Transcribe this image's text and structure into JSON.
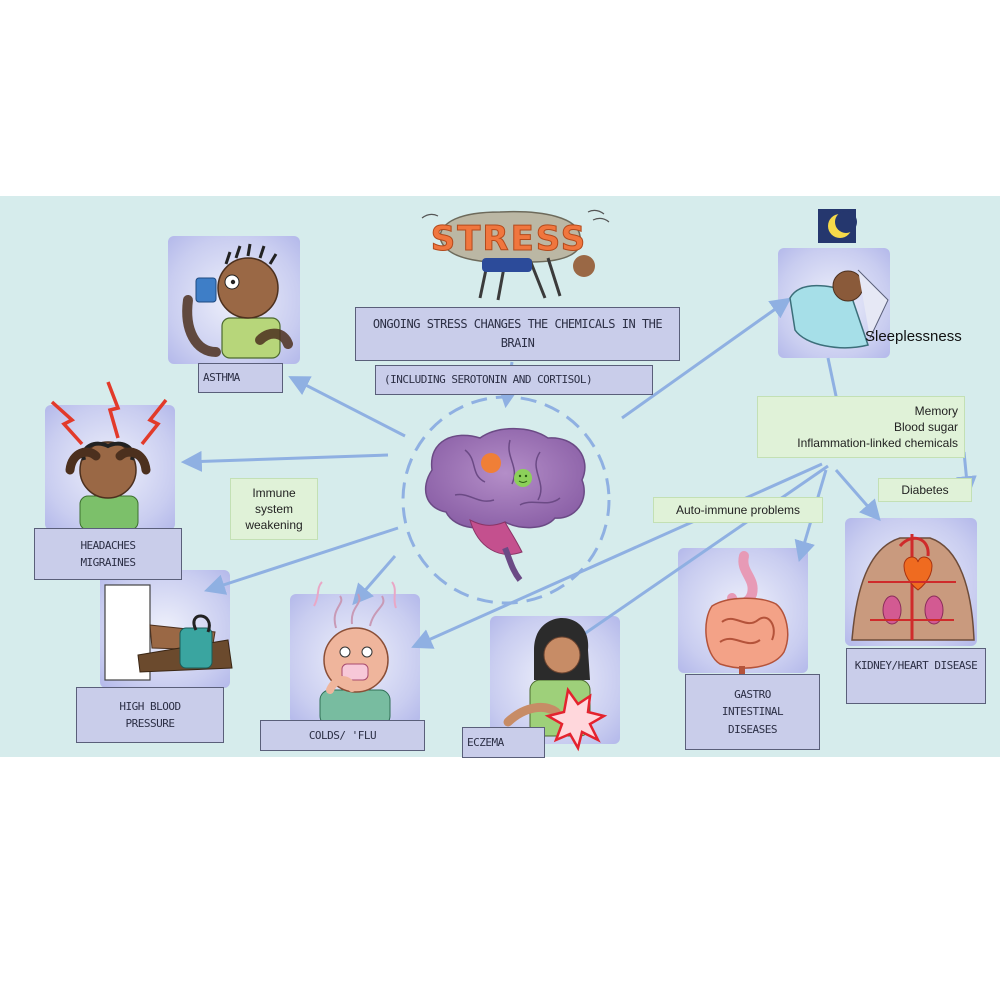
{
  "title": "STRESS",
  "top_lines": [
    "ONGOING STRESS CHANGES THE CHEMICALS IN THE BRAIN",
    "(INCLUDING SEROTONIN AND CORTISOL)"
  ],
  "sleeplessness": "Sleeplessness",
  "effects": [
    "Memory",
    "Blood sugar",
    "Inflammation-linked chemicals"
  ],
  "diabetes": "Diabetes",
  "auto_immune": "Auto-immune problems",
  "immune": [
    "Immune",
    "system",
    "weakening"
  ],
  "conditions": {
    "asthma": [
      "ASTHMA"
    ],
    "headaches": [
      "HEADACHES",
      "MIGRAINES"
    ],
    "blood_pressure": [
      "HIGH BLOOD",
      "PRESSURE"
    ],
    "colds": [
      "COLDS/ 'FLU"
    ],
    "eczema": [
      "ECZEMA"
    ],
    "gastro": [
      "GASTRO",
      "INTESTINAL",
      "DISEASES"
    ],
    "kidney_heart": [
      "KIDNEY/HEART DISEASE"
    ]
  },
  "colors": {
    "panel": "#d6ecec",
    "arrow": "#8fb0e2",
    "label_bg": "#c9cdea",
    "green_box": "#e0f2d8",
    "stress_text": "#f0763e"
  }
}
